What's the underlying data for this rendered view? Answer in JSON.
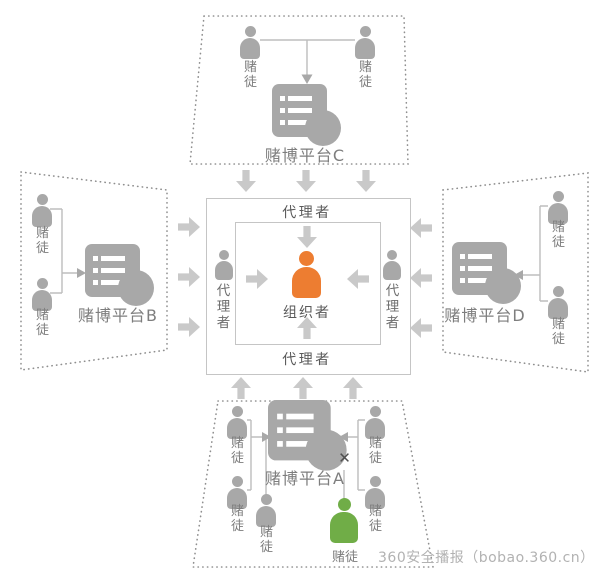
{
  "watermark": "360安全播报（bobao.360.cn）",
  "center": {
    "agent_top": "代理者",
    "agent_bottom": "代理者",
    "agent_left": "代理者",
    "agent_right": "代理者",
    "organizer_label": "组织者"
  },
  "platform_top": {
    "name": "赌博平台C",
    "gambler1": "赌徒",
    "gambler2": "赌徒"
  },
  "platform_left": {
    "name": "赌博平台B",
    "gambler1": "赌徒",
    "gambler2": "赌徒"
  },
  "platform_right": {
    "name": "赌博平台D",
    "gambler1": "赌徒",
    "gambler2": "赌徒"
  },
  "platform_bottom": {
    "name": "赌博平台A",
    "gambler1": "赌徒",
    "gambler2": "赌徒",
    "gambler3": "赌徒",
    "gambler4": "赌徒",
    "gambler5": "赌徒",
    "blocked_gambler": "赌徒",
    "blocked_mark": "✕"
  },
  "colors": {
    "icon_gray": "#A8A8A8",
    "arrow_gray": "#C9C9C9",
    "organizer_orange": "#ED7D31",
    "blocked_green": "#70AD47"
  }
}
